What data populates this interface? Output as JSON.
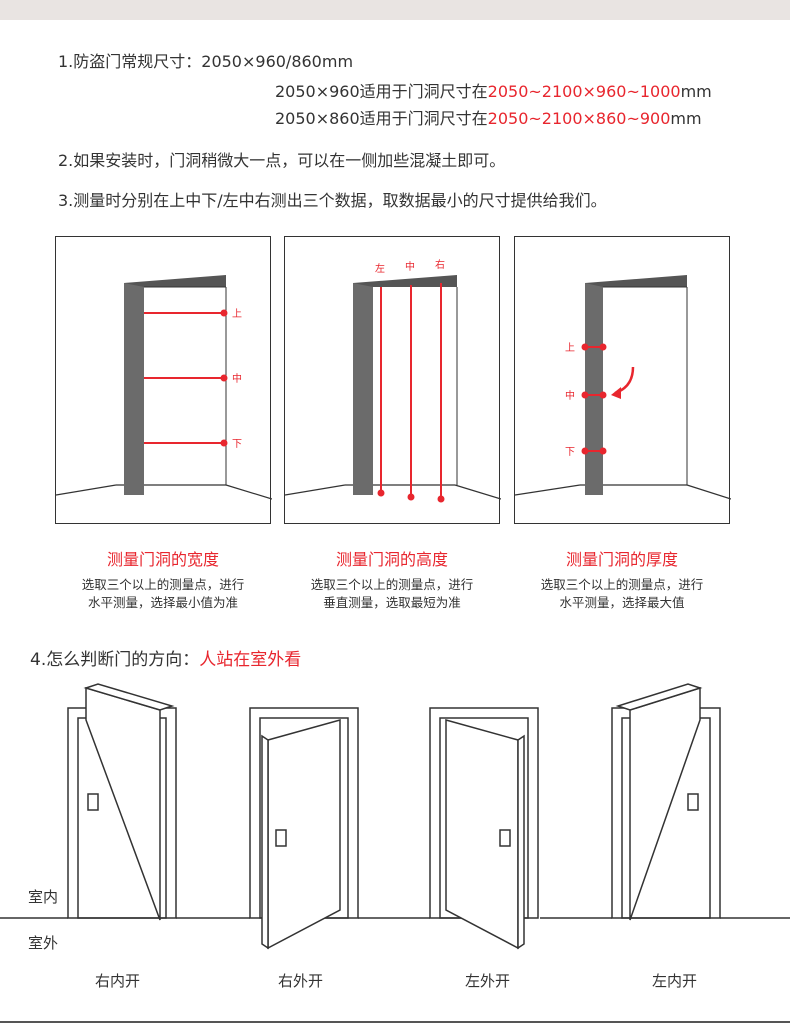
{
  "section1": {
    "prefix": "1.防盗门常规尺寸：2050×960/860mm",
    "row1_pre": "2050×960适用于门洞尺寸在",
    "row1_red": "2050~2100×960~1000",
    "row1_post": "mm",
    "row2_pre": "2050×860适用于门洞尺寸在",
    "row2_red": "2050~2100×860~900",
    "row2_post": "mm"
  },
  "section2": {
    "text": "2.如果安装时，门洞稍微大一点，可以在一侧加些混凝土即可。"
  },
  "section3": {
    "text": "3.测量时分别在上中下/左中右测出三个数据，取数据最小的尺寸提供给我们。"
  },
  "panels": [
    {
      "title": "测量门洞的宽度",
      "desc1": "选取三个以上的测量点，进行",
      "desc2": "水平测量，选择最小值为准",
      "marks": [
        "上",
        "中",
        "下"
      ]
    },
    {
      "title": "测量门洞的高度",
      "desc1": "选取三个以上的测量点，进行",
      "desc2": "垂直测量，选取最短为准",
      "marks": [
        "左",
        "中",
        "右"
      ]
    },
    {
      "title": "测量门洞的厚度",
      "desc1": "选取三个以上的测量点，进行",
      "desc2": "水平测量，选择最大值",
      "marks": [
        "上",
        "中",
        "下"
      ]
    }
  ],
  "section4": {
    "prefix": "4.怎么判断门的方向：",
    "red": "人站在室外看"
  },
  "side_labels": {
    "inside": "室内",
    "outside": "室外"
  },
  "door_labels": [
    "右内开",
    "右外开",
    "左外开",
    "左内开"
  ],
  "colors": {
    "accent": "#e8262e",
    "wall": "#6b6b6b",
    "line": "#333333"
  }
}
